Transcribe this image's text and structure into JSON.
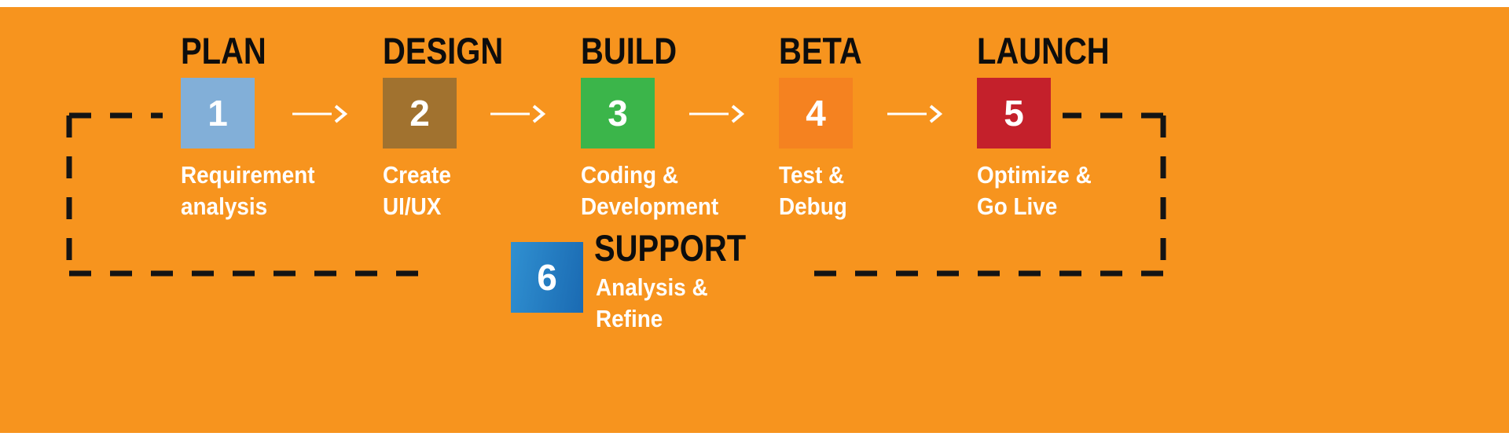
{
  "background": "#F7941E",
  "edge_color": "#FFFFFF",
  "dash_color": "#141414",
  "arrow_color": "#FFFFFF",
  "steps": [
    {
      "title": "PLAN",
      "number": "1",
      "color": "#82AFD8",
      "desc1": "Requirement",
      "desc2": "analysis"
    },
    {
      "title": "DESIGN",
      "number": "2",
      "color": "#A1722F",
      "desc1": "Create",
      "desc2": "UI/UX"
    },
    {
      "title": "BUILD",
      "number": "3",
      "color": "#3BB54A",
      "desc1": "Coding &",
      "desc2": "Development"
    },
    {
      "title": "BETA",
      "number": "4",
      "color": "#F58220",
      "desc1": "Test &",
      "desc2": "Debug"
    },
    {
      "title": "LAUNCH",
      "number": "5",
      "color": "#C4202B",
      "desc1": "Optimize &",
      "desc2": "Go Live"
    }
  ],
  "support": {
    "title": "SUPPORT",
    "number": "6",
    "color": "#1C75BC",
    "gradient": "linear-gradient(100deg,#3090D1 0%,#1A6AB2 100%)",
    "desc1": "Analysis &",
    "desc2": "Refine"
  }
}
